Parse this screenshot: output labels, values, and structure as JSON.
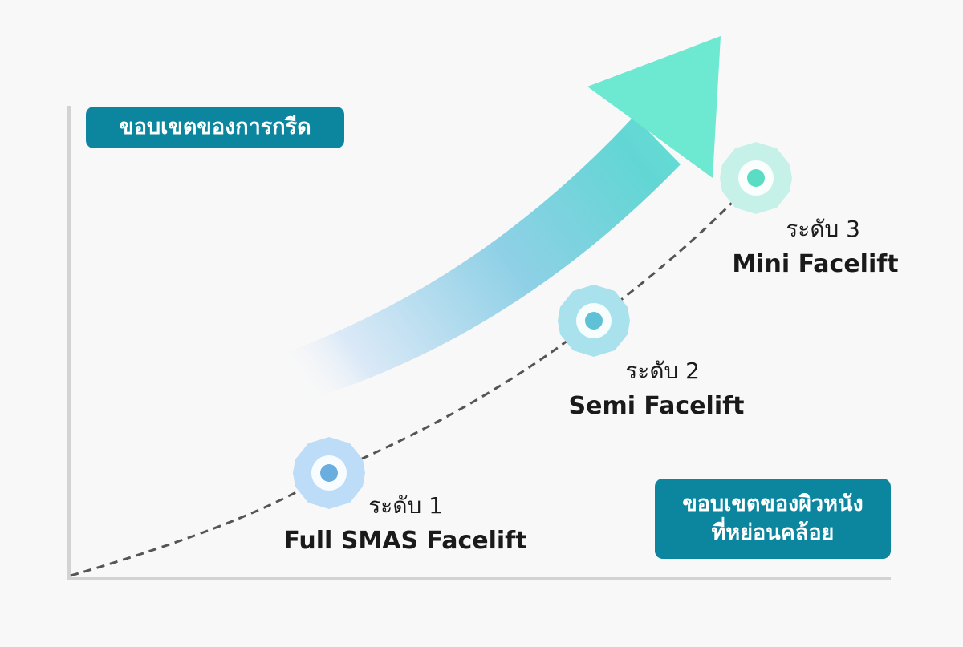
{
  "y_axis_label": "ขอบเขตของการกรีด",
  "x_axis_label": {
    "line1": "ขอบเขตของผิวหนัง",
    "line2": "ที่หย่อนคล้อย"
  },
  "levels": [
    {
      "num": "ระดับ 1",
      "name": "Full SMAS Facelift",
      "color": "#6aaedf",
      "halo": "#bcdcf7"
    },
    {
      "num": "ระดับ 2",
      "name": "Semi Facelift",
      "color": "#5ec1d6",
      "halo": "#a9e1ec"
    },
    {
      "num": "ระดับ 3",
      "name": "Mini Facelift",
      "color": "#5bdcc4",
      "halo": "#b7efe4"
    }
  ],
  "colors": {
    "badge": "#0b869e",
    "axis": "#d3d3d3",
    "dashed_curve": "#555555",
    "arrow_start": "#bcd8f2",
    "arrow_end": "#6fe9d2"
  },
  "icons": {
    "arrow": "trend-up-arrow-icon",
    "marker": "level-marker-icon"
  }
}
